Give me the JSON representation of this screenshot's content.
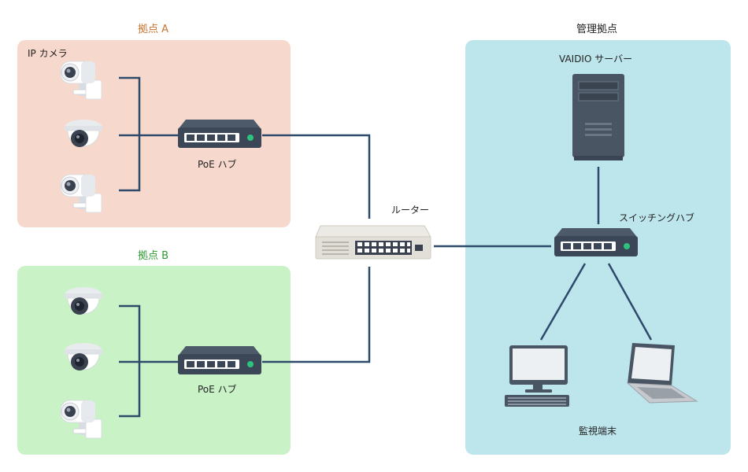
{
  "sites": {
    "site_a": {
      "title": "拠点 A",
      "title_color": "#c8742e",
      "bg": "#f7d8cc",
      "camera_label": "IP カメラ",
      "hub_label": "PoE ハブ"
    },
    "site_b": {
      "title": "拠点 B",
      "title_color": "#2e9a35",
      "bg": "#c9f2c6",
      "hub_label": "PoE ハブ"
    },
    "management": {
      "title": "管理拠点",
      "bg": "#bde6ec",
      "server_label": "VAIDIO サーバー",
      "switch_label": "スイッチングハブ",
      "terminal_label": "監視端末"
    }
  },
  "router": {
    "label": "ルーター"
  },
  "colors": {
    "line": "#2e4a6b",
    "device_dark": "#3b4756",
    "led": "#2ec27e"
  },
  "icons": [
    "camera-bullet-icon",
    "camera-dome-icon",
    "poe-hub-icon",
    "router-icon",
    "server-icon",
    "switching-hub-icon",
    "desktop-pc-icon",
    "laptop-icon"
  ]
}
